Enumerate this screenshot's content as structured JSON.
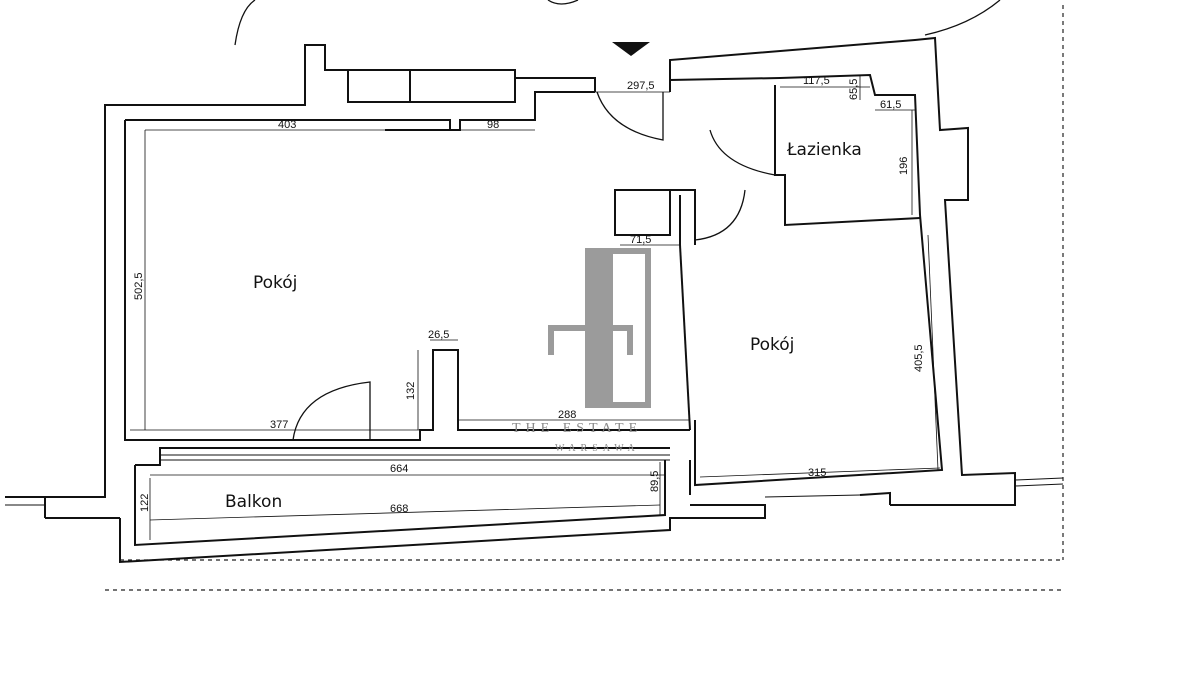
{
  "rooms": {
    "living_room": "Pokój",
    "bedroom": "Pokój",
    "bathroom": "Łazienka",
    "balcony": "Balkon"
  },
  "dimensions": {
    "d_403": "403",
    "d_98": "98",
    "d_297_5": "297,5",
    "d_117_5": "117,5",
    "d_65_5": "65,5",
    "d_61_5": "61,5",
    "d_196": "196",
    "d_502_5": "502,5",
    "d_71_5": "71,5",
    "d_26_5": "26,5",
    "d_132": "132",
    "d_377": "377",
    "d_288": "288",
    "d_405_5": "405,5",
    "d_664": "664",
    "d_315": "315",
    "d_122": "122",
    "d_89_5": "89,5",
    "d_668": "668"
  },
  "watermark": {
    "line1": "THE ESTATE",
    "line2": "WARSAWA"
  },
  "colors": {
    "wall": "#111111",
    "watermark": "#8a8a8a"
  }
}
